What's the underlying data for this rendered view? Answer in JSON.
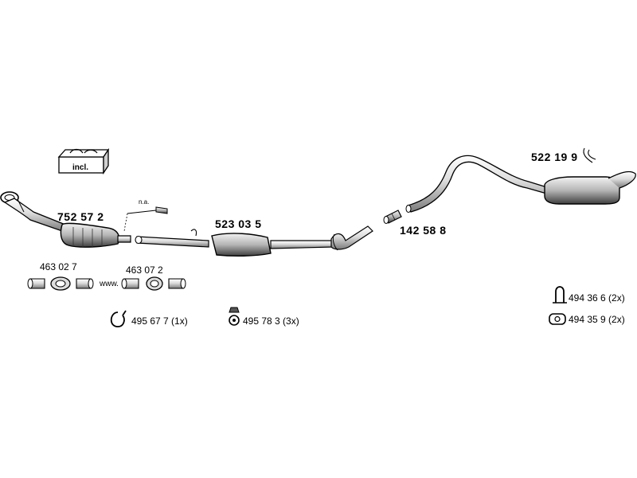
{
  "parts": {
    "catalyst": "752 57 2",
    "front_pipe": "523 03 5",
    "connector": "142 58 8",
    "rear_muffler": "522 19 9",
    "kit_1": "463 02 7",
    "kit_2": "463 07 2",
    "clamp_1": "495 67 7 (1x)",
    "rubber_mount_1": "495 78 3 (3x)",
    "bracket_1": "494 36 6 (2x)",
    "rubber_ring": "494 35 9 (2x)"
  },
  "notes": {
    "incl": "incl.",
    "na": "n.a.",
    "www": "www."
  },
  "colors": {
    "ink": "#000000",
    "part_light": "#e6e6e6",
    "part_mid": "#a9a9a9",
    "part_dark": "#4d4d4d"
  }
}
